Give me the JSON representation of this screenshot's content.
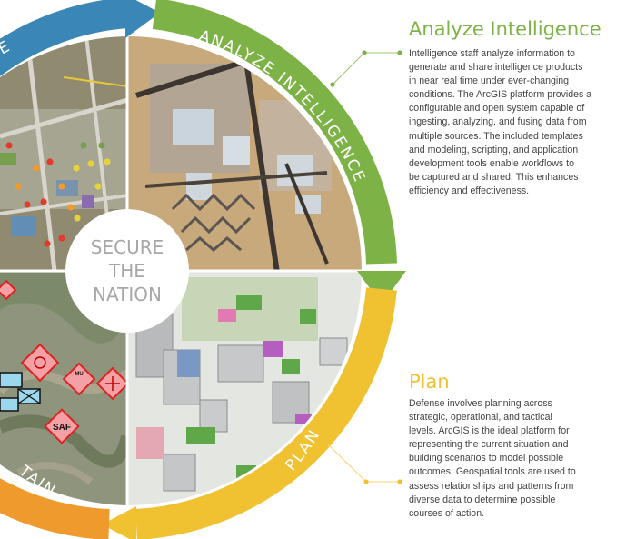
{
  "center_label": [
    "SECURE",
    "THE",
    "NATION"
  ],
  "ring_labels": {
    "analyze": "ANALYZE INTELLIGENCE",
    "plan": "PLAN",
    "sustain_fragment": "TAIN",
    "force_fragment": "RCE"
  },
  "map_symbols": {
    "saf": "SAF",
    "mu": "MU"
  },
  "sections": {
    "analyze": {
      "title": "Analyze Intelligence",
      "lines": [
        "Intelligence staff analyze information to",
        "generate and share intelligence products",
        "in near real time under ever-changing",
        "conditions. The ArcGIS platform provides a",
        "configurable and open system capable of",
        "ingesting, analyzing, and fusing data from",
        "multiple sources. The included templates",
        "and modeling, scripting, and application",
        "development tools enable workflows to",
        "be captured and shared. This enhances",
        "efficiency and effectiveness."
      ]
    },
    "plan": {
      "title": "Plan",
      "lines": [
        "Defense involves planning across",
        "strategic, operational, and tactical",
        "levels. ArcGIS is the ideal platform for",
        "representing the current situation and",
        "building scenarios to model possible",
        "outcomes. Geospatial tools are used to",
        "assess relationships and patterns from",
        "diverse data to determine possible",
        "courses of action."
      ]
    }
  },
  "colors": {
    "blue_arrow": "#3a86b6",
    "green_arrow": "#7db246",
    "yellow_arrow": "#f0c232",
    "orange_arrow": "#ef9a2c",
    "connector_green": "#9cc46a",
    "connector_yellow": "#f3d472"
  }
}
